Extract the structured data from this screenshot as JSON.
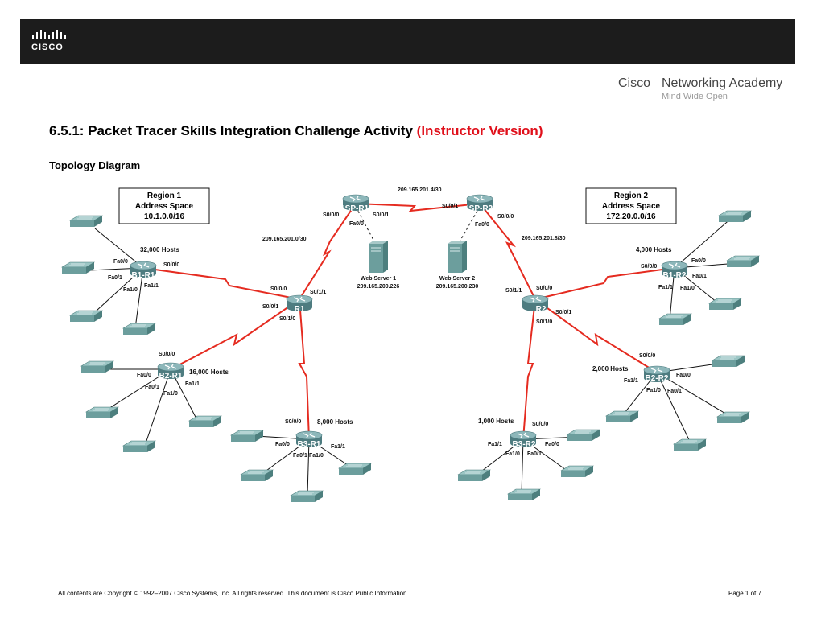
{
  "header": {
    "brand": "CISCO",
    "academy_name": "Cisco",
    "academy_product": "Networking Academy",
    "academy_tagline": "Mind Wide Open"
  },
  "title": {
    "main": "6.5.1: Packet Tracer Skills Integration Challenge Activity",
    "version": "(Instructor Version)"
  },
  "section": "Topology Diagram",
  "regions": {
    "r1": {
      "title": "Region 1",
      "subtitle": "Address Space",
      "space": "10.1.0.0/16"
    },
    "r2": {
      "title": "Region 2",
      "subtitle": "Address Space",
      "space": "172.20.0.0/16"
    }
  },
  "routers": {
    "isp_r1": "ISP-R1",
    "isp_r2": "ISP-R2",
    "r1": "R1",
    "r2": "R2",
    "b1_r1": "B1-R1",
    "b2_r1": "B2-R1",
    "b3_r1": "B3-R1",
    "b1_r2": "B1-R2",
    "b2_r2": "B2-R2",
    "b3_r2": "B3-R2"
  },
  "servers": {
    "ws1": {
      "name": "Web Server 1",
      "ip": "209.165.200.226"
    },
    "ws2": {
      "name": "Web Server 2",
      "ip": "209.165.200.230"
    }
  },
  "networks": {
    "isp_link": "209.165.201.4/30",
    "r1_isp": "209.165.201.0/30",
    "r2_isp": "209.165.201.8/30"
  },
  "hosts": {
    "b1_r1": "32,000 Hosts",
    "b2_r1": "16,000 Hosts",
    "b3_r1": "8,000 Hosts",
    "b1_r2": "4,000 Hosts",
    "b2_r2": "2,000 Hosts",
    "b3_r2": "1,000 Hosts"
  },
  "interfaces": {
    "isp_r1_s000": "S0/0/0",
    "isp_r1_s001": "S0/0/1",
    "isp_r1_fa00": "Fa0/0",
    "isp_r2_s001": "S0/0/1",
    "isp_r2_s000": "S0/0/0",
    "isp_r2_fa00": "Fa0/0",
    "r1_s000": "S0/0/0",
    "r1_s011": "S0/1/1",
    "r1_s001": "S0/0/1",
    "r1_s010": "S0/1/0",
    "r2_s011": "S0/1/1",
    "r2_s000": "S0/0/0",
    "r2_s001": "S0/0/1",
    "r2_s010": "S0/1/0",
    "b1r1_fa00": "Fa0/0",
    "b1r1_s000": "S0/0/0",
    "b1r1_fa01": "Fa0/1",
    "b1r1_fa10": "Fa1/0",
    "b1r1_fa11": "Fa1/1",
    "b2r1_s000": "S0/0/0",
    "b2r1_fa00": "Fa0/0",
    "b2r1_fa01": "Fa0/1",
    "b2r1_fa11": "Fa1/1",
    "b2r1_fa10": "Fa1/0",
    "b3r1_s000": "S0/0/0",
    "b3r1_fa00": "Fa0/0",
    "b3r1_fa11": "Fa1/1",
    "b3r1_fa01": "Fa0/1",
    "b3r1_fa10": "Fa1/0",
    "b1r2_fa00": "Fa0/0",
    "b1r2_s000": "S0/0/0",
    "b1r2_fa01": "Fa0/1",
    "b1r2_fa11": "Fa1/1",
    "b1r2_fa10": "Fa1/0",
    "b2r2_s000": "S0/0/0",
    "b2r2_fa00": "Fa0/0",
    "b2r2_fa11": "Fa1/1",
    "b2r2_fa10": "Fa1/0",
    "b2r2_fa01": "Fa0/1",
    "b3r2_s000": "S0/0/0",
    "b3r2_fa11": "Fa1/1",
    "b3r2_fa00": "Fa0/0",
    "b3r2_fa10": "Fa1/0",
    "b3r2_fa01": "Fa0/1"
  },
  "footer": {
    "copyright": "All contents are Copyright © 1992–2007 Cisco Systems, Inc. All rights reserved. This document is Cisco Public Information.",
    "page": "Page 1 of 7"
  },
  "colors": {
    "serial_link": "#e52b20",
    "router_fill": "#5e8f93",
    "switch_fill": "#6fa3a2",
    "title_accent": "#e0101b"
  }
}
